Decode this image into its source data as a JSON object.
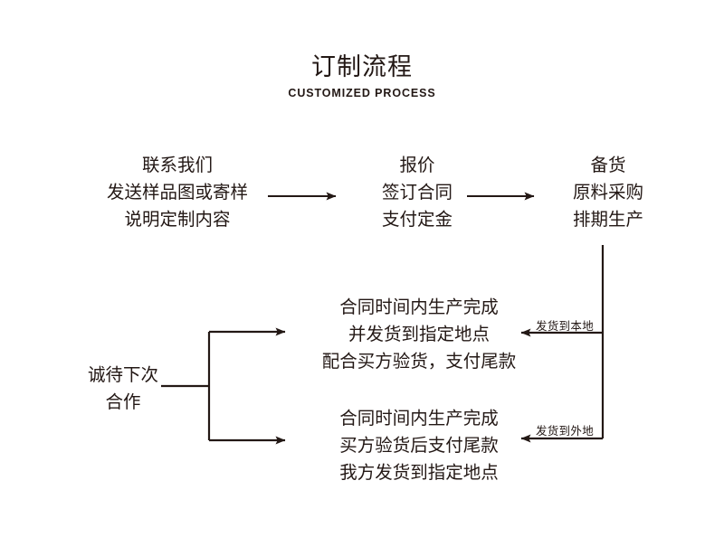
{
  "header": {
    "title": "订制流程",
    "subtitle": "CUSTOMIZED PROCESS"
  },
  "theme": {
    "ink": "#231815",
    "background": "#ffffff"
  },
  "nodes": {
    "contact": {
      "id": "contact-us",
      "lines": [
        "联系我们",
        "发送样品图或寄样",
        "说明定制内容"
      ]
    },
    "quote": {
      "id": "quote-contract",
      "lines": [
        "报价",
        "签订合同",
        "支付定金"
      ]
    },
    "stock": {
      "id": "prepare-goods",
      "lines": [
        "备货",
        "原料采购",
        "排期生产"
      ]
    },
    "local_delivery": {
      "id": "local-delivery-branch",
      "lines": [
        "合同时间内生产完成",
        "并发货到指定地点",
        "配合买方验货，支付尾款"
      ]
    },
    "remote_delivery": {
      "id": "remote-delivery-branch",
      "lines": [
        "合同时间内生产完成",
        "买方验货后支付尾款",
        "我方发货到指定地点"
      ]
    },
    "cooperate": {
      "id": "next-cooperation",
      "lines": [
        "诚待下次",
        "合作"
      ]
    }
  },
  "edge_labels": {
    "local": "发货到本地",
    "remote": "发货到外地"
  },
  "connectors": [
    {
      "name": "contact-to-quote",
      "type": "arrow-right"
    },
    {
      "name": "quote-to-stock",
      "type": "arrow-right"
    },
    {
      "name": "stock-down-trunk",
      "type": "line-vertical"
    },
    {
      "name": "local-arrow-left",
      "type": "arrow-left"
    },
    {
      "name": "remote-arrow-left",
      "type": "arrow-left"
    },
    {
      "name": "cooperation-bracket",
      "type": "bracket-right"
    },
    {
      "name": "bracket-to-local-arrow",
      "type": "arrow-right"
    },
    {
      "name": "bracket-to-remote-arrow",
      "type": "arrow-right"
    }
  ]
}
